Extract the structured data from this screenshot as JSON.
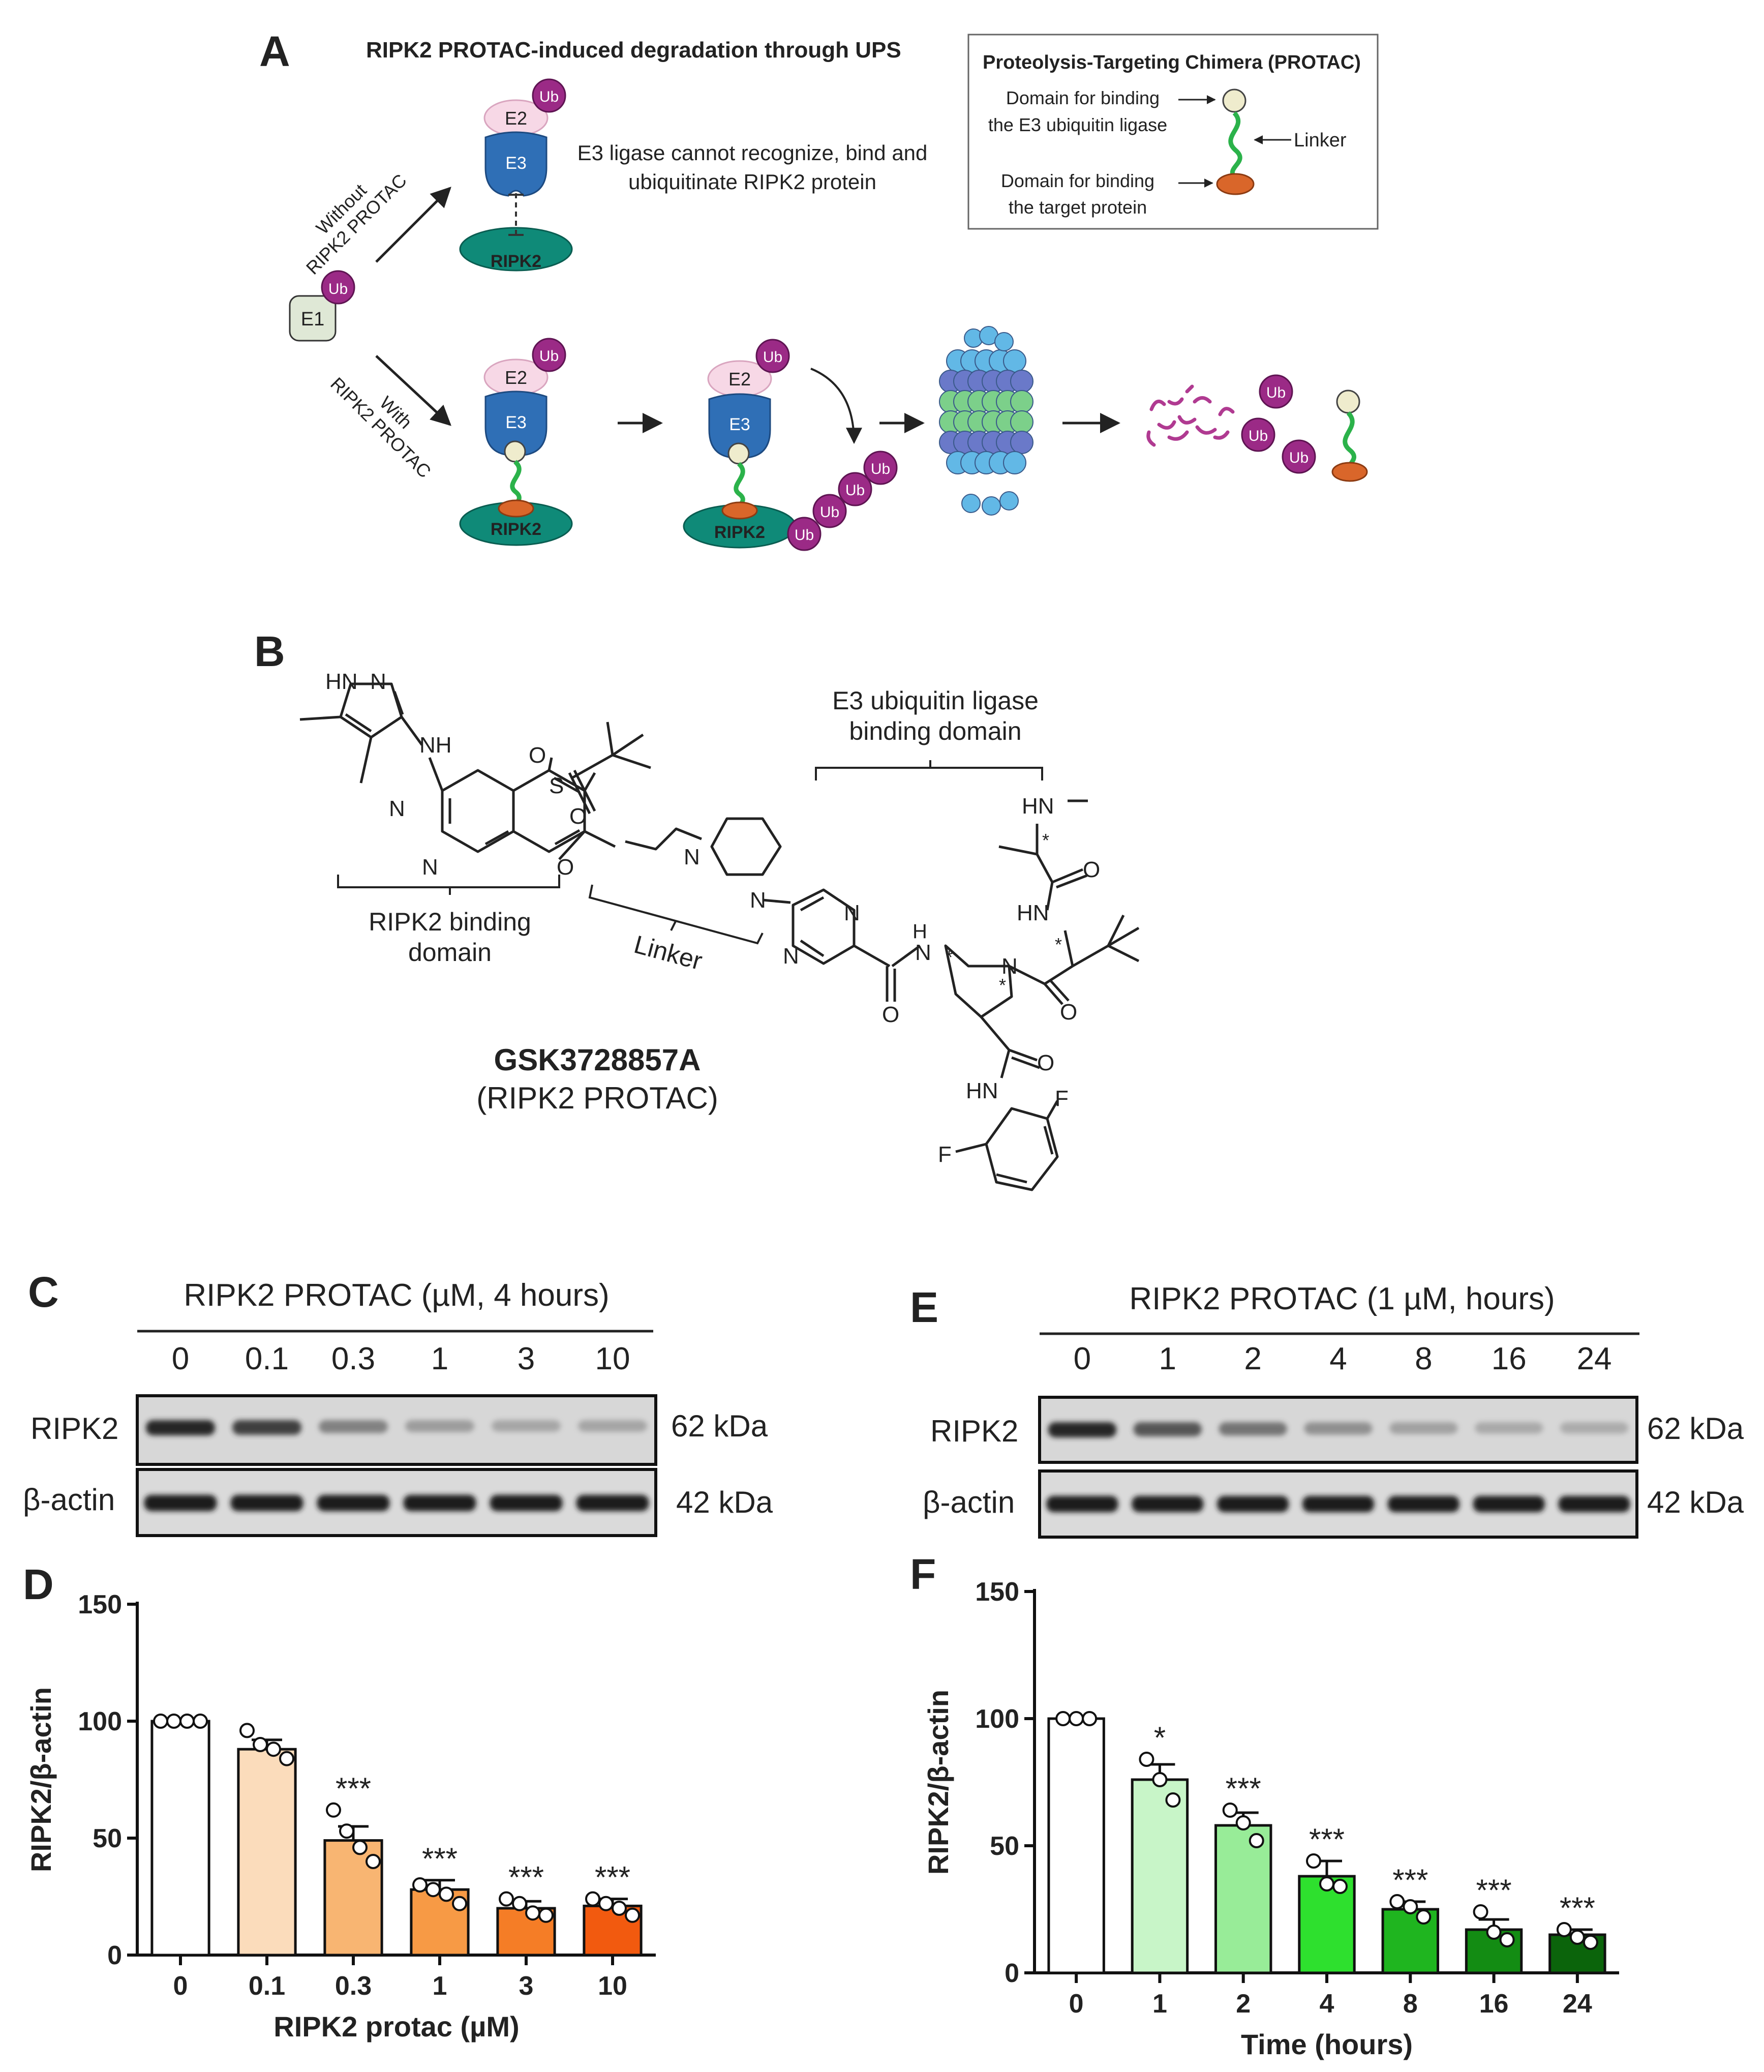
{
  "panels": {
    "a": "A",
    "b": "B",
    "c": "C",
    "d": "D",
    "e": "E",
    "f": "F"
  },
  "panel_a": {
    "title": "RIPK2 PROTAC-induced degradation through UPS",
    "ub": "Ub",
    "e1": "E1",
    "e2": "E2",
    "e3": "E3",
    "ripk2": "RIPK2",
    "without_line1": "Without",
    "without_line2": "RIPK2 PROTAC",
    "with_line1": "With",
    "with_line2": "RIPK2 PROTAC",
    "cannot_line1": "E3 ligase cannot recognize, bind and",
    "cannot_line2": "ubiquitinate RIPK2 protein",
    "legend_title": "Proteolysis-Targeting Chimera (PROTAC)",
    "legend_e3_line1": "Domain for binding",
    "legend_e3_line2": "the E3 ubiquitin ligase",
    "legend_linker": "Linker",
    "legend_target_line1": "Domain for binding",
    "legend_target_line2": "the target protein",
    "colors": {
      "ub": "#9b2a86",
      "e3": "#2f6fb6",
      "e2": "#f7d8e6",
      "e1": "#dfe8d6",
      "ripk2": "#0f8a78",
      "linker": "#2bb24a",
      "e3_ligand": "#efeccd",
      "target_ligand": "#d9662a"
    }
  },
  "panel_b": {
    "compound": "GSK3728857A",
    "compound_sub": "(RIPK2 PROTAC)",
    "e3_domain_line1": "E3 ubiquitin ligase",
    "e3_domain_line2": "binding domain",
    "ripk2_domain_line1": "RIPK2 binding",
    "ripk2_domain_line2": "domain",
    "linker": "Linker",
    "atoms": {
      "hn_n": "HN–N",
      "nh": "NH",
      "n": "N",
      "o": "O",
      "s": "S",
      "hn": "HN",
      "h": "H",
      "f": "F",
      "star": "*"
    }
  },
  "panel_c": {
    "header": "RIPK2 PROTAC (µM, 4 hours)",
    "lanes": [
      "0",
      "0.1",
      "0.3",
      "1",
      "3",
      "10"
    ],
    "rows": [
      {
        "label": "RIPK2",
        "kda": "62 kDa"
      },
      {
        "label": "β-actin",
        "kda": "42 kDa"
      }
    ],
    "ripk2_intensity": [
      1.0,
      0.88,
      0.49,
      0.28,
      0.2,
      0.21
    ]
  },
  "panel_e": {
    "header": "RIPK2 PROTAC (1 µM, hours)",
    "lanes": [
      "0",
      "1",
      "2",
      "4",
      "8",
      "16",
      "24"
    ],
    "rows": [
      {
        "label": "RIPK2",
        "kda": "62 kDa"
      },
      {
        "label": "β-actin",
        "kda": "42 kDa"
      }
    ],
    "ripk2_intensity": [
      1.0,
      0.76,
      0.58,
      0.38,
      0.25,
      0.17,
      0.15
    ]
  },
  "chart_data": [
    {
      "type": "bar",
      "categories": [
        "0",
        "0.1",
        "0.3",
        "1",
        "3",
        "10"
      ],
      "values": [
        100,
        88,
        49,
        28,
        20,
        21
      ],
      "errors": [
        0,
        4,
        6,
        4,
        3,
        3
      ],
      "points": [
        [
          100,
          100,
          100,
          100
        ],
        [
          96,
          90,
          88,
          84
        ],
        [
          62,
          53,
          46,
          40
        ],
        [
          30,
          28,
          26,
          22
        ],
        [
          24,
          22,
          18,
          17
        ],
        [
          24,
          22,
          20,
          17
        ]
      ],
      "significance": [
        "",
        "",
        "***",
        "***",
        "***",
        "***"
      ],
      "colors": [
        "#ffffff",
        "#fbdcbb",
        "#f8b572",
        "#f79a45",
        "#f57d26",
        "#f25a0f"
      ],
      "xlabel": "RIPK2 protac (µM)",
      "ylabel": "RIPK2/β-actin",
      "yticks": [
        0,
        50,
        100,
        150
      ],
      "ylim": [
        0,
        150
      ],
      "grid": false
    },
    {
      "type": "bar",
      "categories": [
        "0",
        "1",
        "2",
        "4",
        "8",
        "16",
        "24"
      ],
      "values": [
        100,
        76,
        58,
        38,
        25,
        17,
        15
      ],
      "errors": [
        0,
        6,
        5,
        6,
        3,
        4,
        2
      ],
      "points": [
        [
          100,
          100,
          100
        ],
        [
          84,
          76,
          68
        ],
        [
          64,
          59,
          52
        ],
        [
          44,
          35,
          34
        ],
        [
          28,
          26,
          22
        ],
        [
          24,
          16,
          13
        ],
        [
          17,
          14,
          12
        ]
      ],
      "significance": [
        "",
        "*",
        "***",
        "***",
        "***",
        "***",
        "***"
      ],
      "colors": [
        "#ffffff",
        "#c8f5c8",
        "#98ec98",
        "#2ee02e",
        "#1fb51f",
        "#138c13",
        "#0b640b"
      ],
      "xlabel": "Time (hours)",
      "ylabel": "RIPK2/β-actin",
      "yticks": [
        0,
        50,
        100,
        150
      ],
      "ylim": [
        0,
        150
      ],
      "grid": false
    }
  ]
}
